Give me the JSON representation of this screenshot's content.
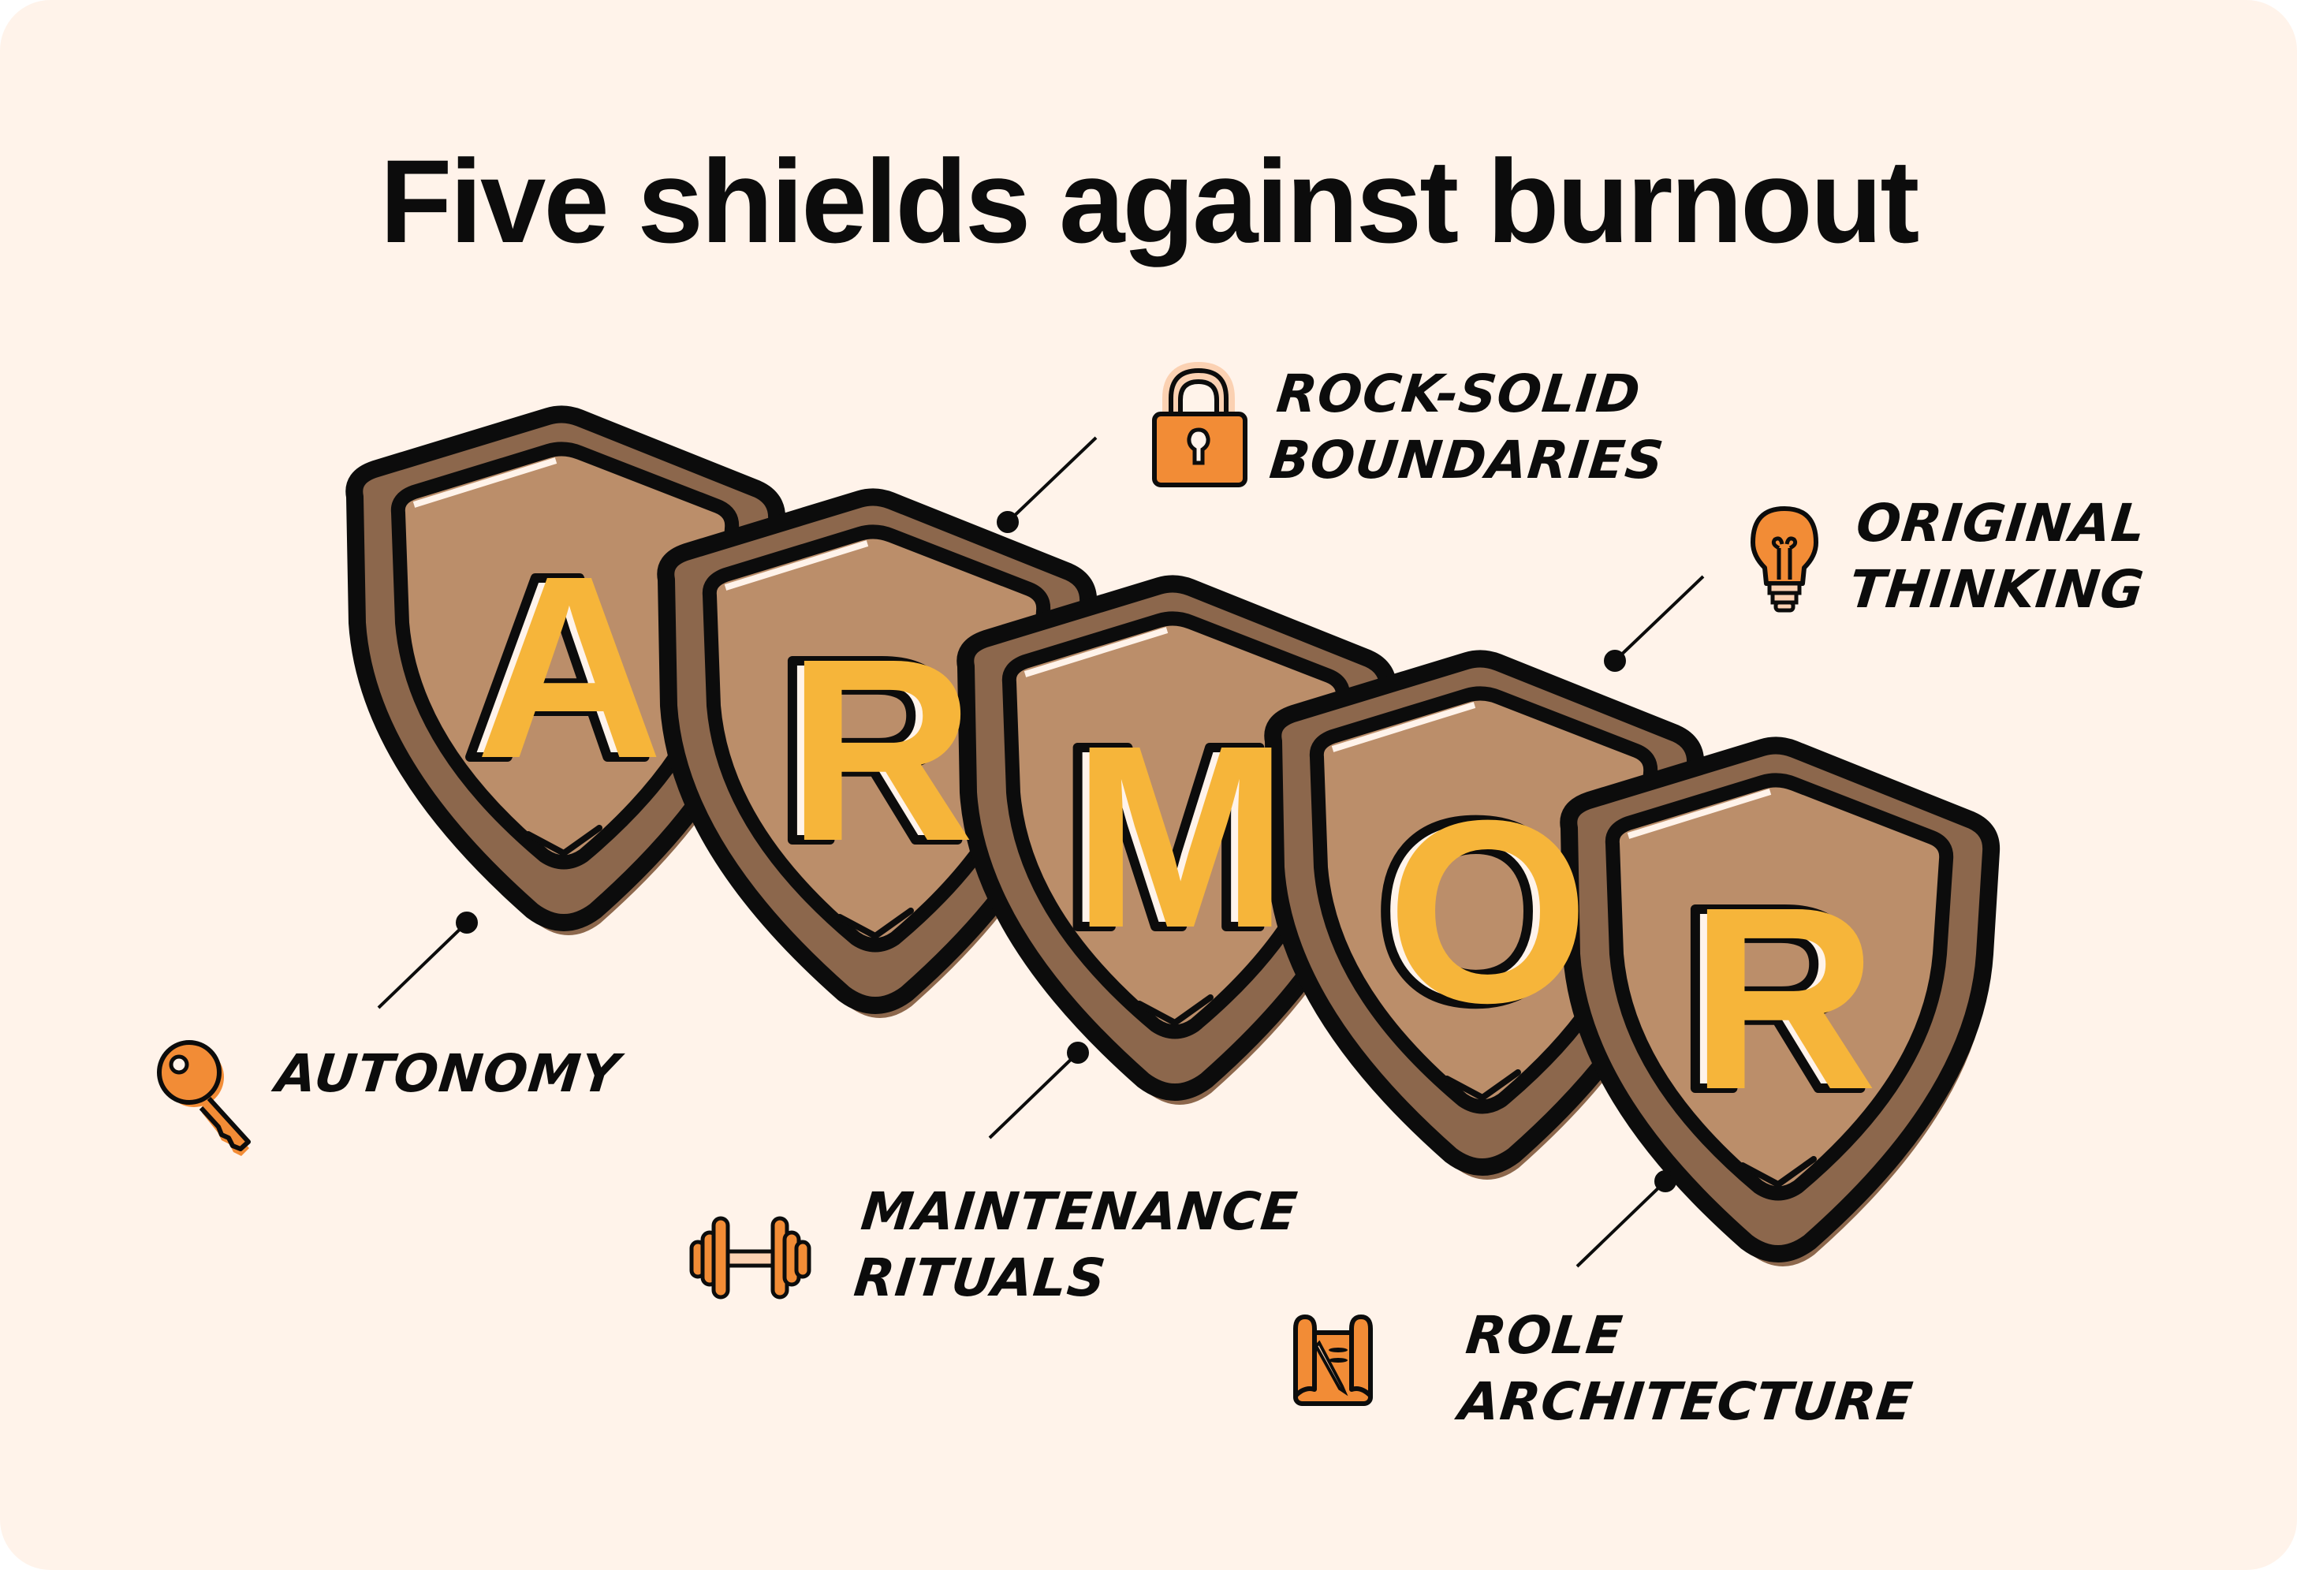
{
  "title": "Five shields against burnout",
  "acronym": [
    "A",
    "R",
    "M",
    "O",
    "R"
  ],
  "items": [
    {
      "letter": "A",
      "line1": "AUTONOMY",
      "line2": "",
      "icon": "key-icon"
    },
    {
      "letter": "R",
      "line1": "ROCK-SOLID",
      "line2": "BOUNDARIES",
      "icon": "padlock-icon"
    },
    {
      "letter": "M",
      "line1": "MAINTENANCE",
      "line2": "RITUALS",
      "icon": "dumbbell-icon"
    },
    {
      "letter": "O",
      "line1": "ORIGINAL",
      "line2": "THINKING",
      "icon": "lightbulb-icon"
    },
    {
      "letter": "R",
      "line1": "ROLE",
      "line2": "ARCHITECTURE",
      "icon": "blueprint-icon"
    }
  ],
  "colors": {
    "background": "#fff3ea",
    "shield_face": "#bb8e6a",
    "shield_rim": "#8c674c",
    "letter_fill": "#f6b53a",
    "icon_fill": "#f28c36",
    "ink": "#0c0c0c"
  }
}
